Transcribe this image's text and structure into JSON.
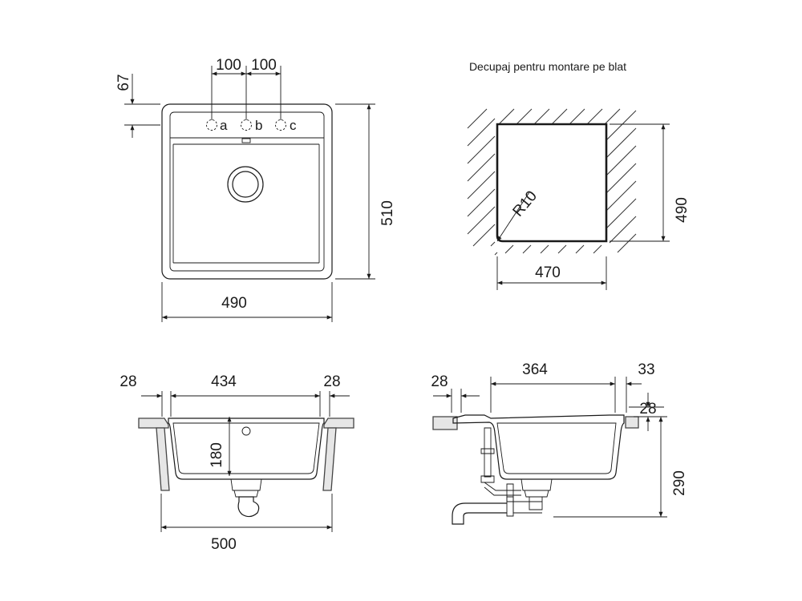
{
  "cutout_caption": "Decupaj pentru montare pe blat",
  "top_view": {
    "dim_hole_spacing_1": "100",
    "dim_hole_spacing_2": "100",
    "dim_hole_offset": "67",
    "dim_height": "510",
    "dim_width": "490",
    "holes": [
      "a",
      "b",
      "c"
    ]
  },
  "cutout_view": {
    "dim_width": "470",
    "dim_height": "490",
    "dim_radius": "R10"
  },
  "front_section": {
    "dim_left_rim": "28",
    "dim_inner_width": "434",
    "dim_right_rim": "28",
    "dim_overflow_depth": "180",
    "dim_total_width": "500"
  },
  "side_section": {
    "dim_left_offset": "28",
    "dim_inner_width": "364",
    "dim_rim_width": "33",
    "dim_rim_height": "28",
    "dim_depth": "290"
  }
}
